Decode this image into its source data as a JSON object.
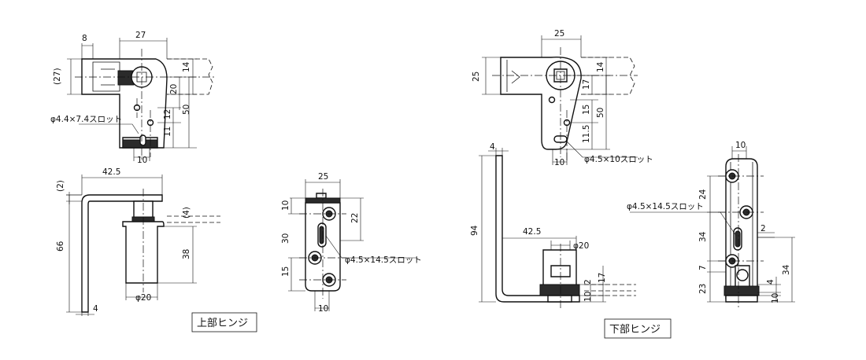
{
  "top_hinge": {
    "title": "上部ヒンジ",
    "top_view": {
      "dim_8": "8",
      "dim_27": "27",
      "dim_27_paren": "(27)",
      "dim_14": "14",
      "dim_20": "20",
      "dim_50": "50",
      "dim_12": "12",
      "dim_11": "11",
      "dim_10": "10",
      "slot_note": "φ4.4×7.4スロット"
    },
    "side_view": {
      "dim_42_5": "42.5",
      "dim_2_paren": "(2)",
      "dim_4_paren": "(4)",
      "dim_66": "66",
      "dim_38": "38",
      "dim_20_dia": "φ20",
      "dim_4": "4"
    },
    "front_view": {
      "dim_25": "25",
      "dim_10_top": "10",
      "dim_22": "22",
      "dim_30": "30",
      "dim_15": "15",
      "dim_10_bottom": "10",
      "slot_note": "φ4.5×14.5スロット"
    }
  },
  "bottom_hinge": {
    "title": "下部ヒンジ",
    "top_view": {
      "dim_25_w": "25",
      "dim_25_h": "25",
      "dim_14": "14",
      "dim_17": "17",
      "dim_15": "15",
      "dim_50": "50",
      "dim_11_5": "11.5",
      "dim_10": "10",
      "slot_note": "φ4.5×10スロット"
    },
    "side_view": {
      "dim_4": "4",
      "dim_94": "94",
      "dim_42_5": "42.5",
      "dim_20_dia": "φ20",
      "dim_2": "2",
      "dim_17": "17",
      "dim_10": "10"
    },
    "front_view": {
      "dim_10_top": "10",
      "dim_24": "24",
      "dim_34_left": "34",
      "dim_2": "2",
      "dim_34_right": "34",
      "dim_7": "7",
      "dim_4": "4",
      "dim_23": "23",
      "dim_10_right": "10",
      "slot_note": "φ4.5×14.5スロット"
    }
  }
}
